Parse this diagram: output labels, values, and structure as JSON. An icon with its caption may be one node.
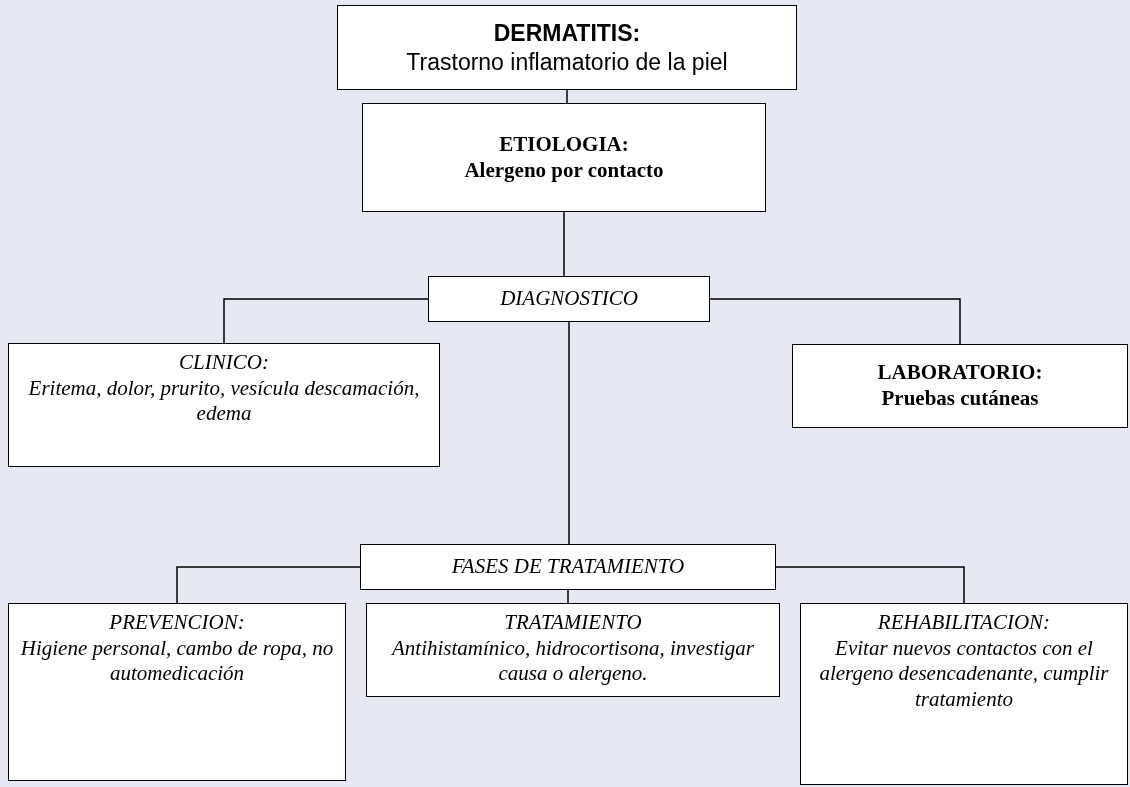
{
  "diagram": {
    "nodes": [
      {
        "text": [
          "DERMATITIS:",
          "Trastorno inflamatorio de la piel"
        ]
      },
      {
        "text": [
          "ETIOLOGIA:",
          "Alergeno por contacto"
        ]
      },
      {
        "text": [
          "DIAGNOSTICO"
        ]
      },
      {
        "text": [
          "CLINICO:",
          "Eritema, dolor, prurito, vesícula descamación, edema"
        ]
      },
      {
        "text": [
          "LABORATORIO:",
          "Pruebas cutáneas"
        ]
      },
      {
        "text": [
          "FASES DE TRATAMIENTO"
        ]
      },
      {
        "text": [
          "PREVENCION:",
          "Higiene personal, cambo de ropa, no automedicación"
        ]
      },
      {
        "text": [
          "TRATAMIENTO",
          "Antihistamínico, hidrocortisona, investigar causa o alergeno."
        ]
      },
      {
        "text": [
          "REHABILITACION:",
          "Evitar nuevos contactos con el alergeno desencadenante, cumplir tratamiento"
        ]
      }
    ],
    "edges": [
      {
        "from": 0,
        "to": 1,
        "arrow": "none"
      },
      {
        "from": 1,
        "to": 2,
        "arrow": "none"
      },
      {
        "from": 2,
        "to": 3,
        "arrow": "none"
      },
      {
        "from": 2,
        "to": 4,
        "arrow": "none"
      },
      {
        "from": 2,
        "to": 5,
        "arrow": "none"
      },
      {
        "from": 5,
        "to": 6,
        "arrow": "none"
      },
      {
        "from": 5,
        "to": 7,
        "arrow": "none"
      },
      {
        "from": 5,
        "to": 8,
        "arrow": "none"
      }
    ]
  }
}
